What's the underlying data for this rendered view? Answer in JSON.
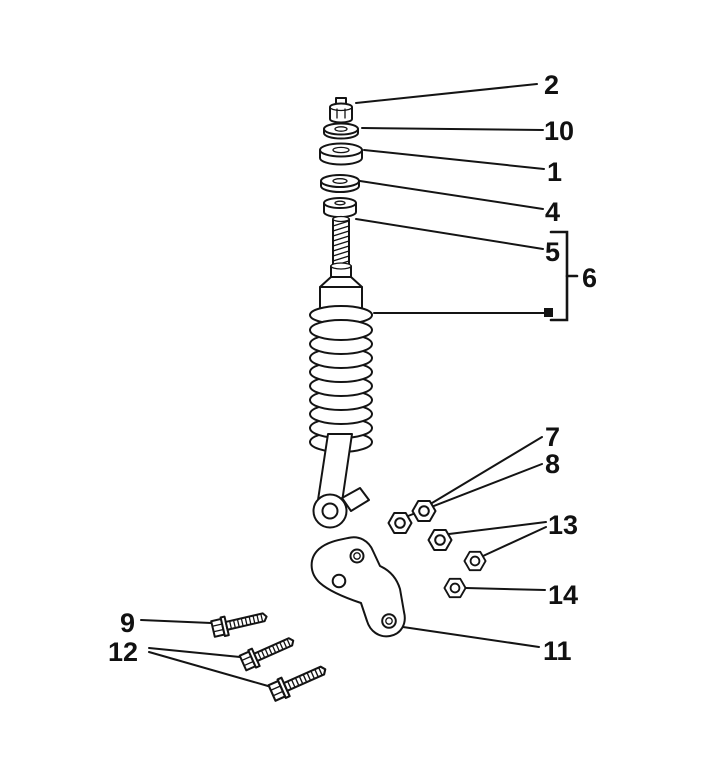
{
  "figure": {
    "background": "#ffffff",
    "line_color": "#141414",
    "callouts": {
      "n1": "1",
      "n2": "2",
      "n4": "4",
      "n5": "5",
      "n6": "6",
      "n7": "7",
      "n8": "8",
      "n9": "9",
      "n10": "10",
      "n11": "11",
      "n12": "12",
      "n13": "13",
      "n14": "14"
    }
  }
}
